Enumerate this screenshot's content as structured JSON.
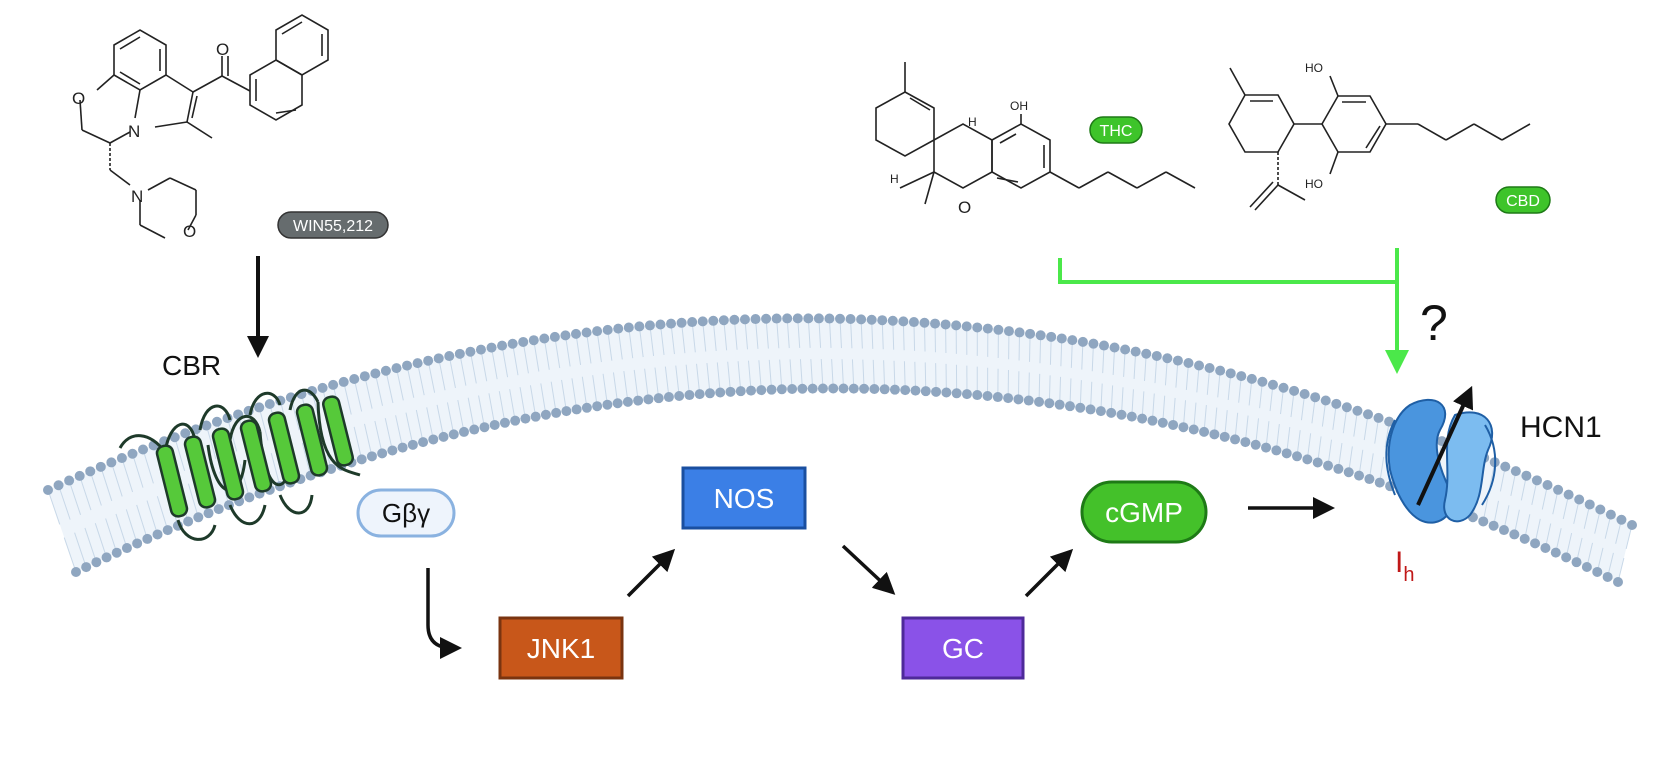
{
  "compounds": {
    "win": {
      "badge": "WIN55,212",
      "atoms": {
        "O1": "O",
        "N1": "N",
        "O2": "O",
        "N2": "N",
        "O3": "O"
      }
    },
    "thc": {
      "badge": "THC",
      "atoms": {
        "OH": "OH",
        "O": "O",
        "H1": "H",
        "H2": "H"
      }
    },
    "cbd": {
      "badge": "CBD",
      "atoms": {
        "OH1": "HO",
        "OH2": "HO"
      }
    }
  },
  "receptor": {
    "label": "CBR"
  },
  "pathway": {
    "gby": "Gβγ",
    "jnk1": "JNK1",
    "nos": "NOS",
    "gc": "GC",
    "cgmp": "cGMP"
  },
  "channel": {
    "label": "HCN1",
    "current": "I",
    "current_sub": "h"
  },
  "question": "?",
  "colors": {
    "membrane_head": "#8fa6c0",
    "jnk1": "#c8571a",
    "nos": "#3b7fe6",
    "gc": "#8a52e8",
    "cgmp": "#44c12a",
    "cannabinoid_line": "#4be84a",
    "ih": "#c01818"
  }
}
